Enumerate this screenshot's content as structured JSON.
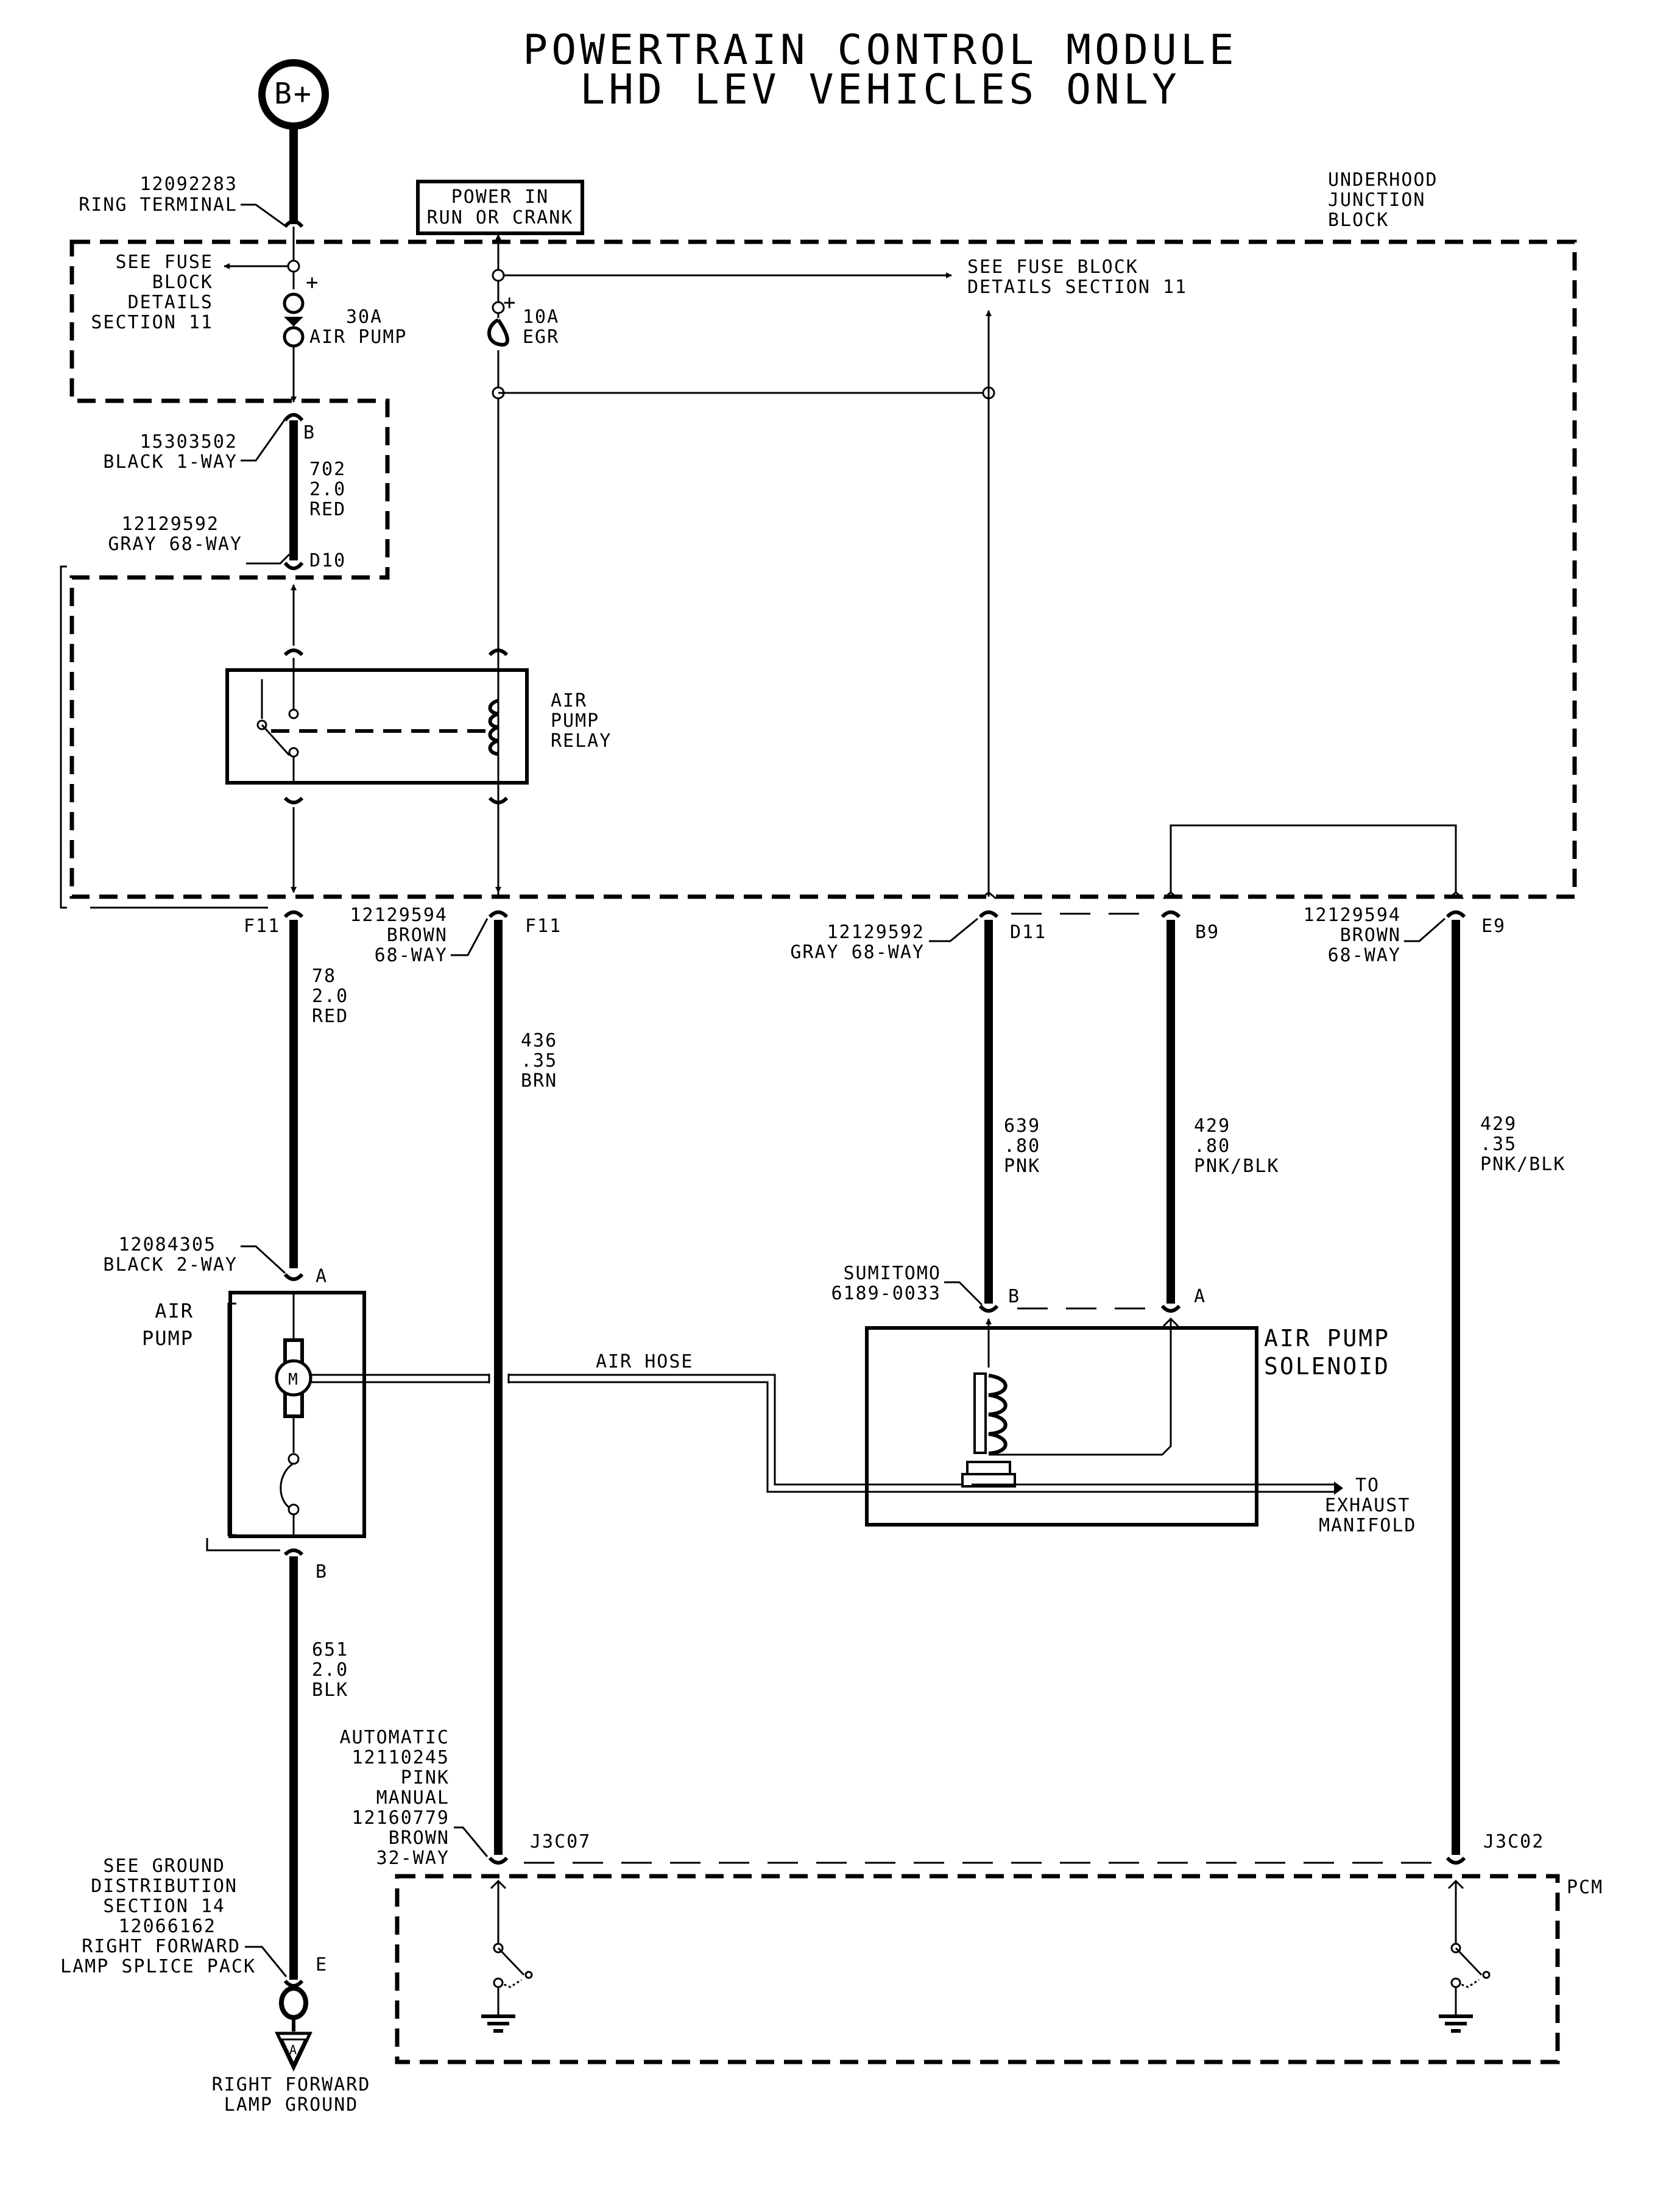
{
  "title": {
    "line1": "POWERTRAIN CONTROL MODULE",
    "line2": "LHD LEV VEHICLES ONLY"
  },
  "battery": {
    "label": "B+"
  },
  "ring_terminal": {
    "part": "12092283",
    "name": "RING TERMINAL"
  },
  "power_in_box": {
    "line1": "POWER IN",
    "line2": "RUN OR CRANK"
  },
  "underhood_junction_block": {
    "line1": "UNDERHOOD",
    "line2": "JUNCTION",
    "line3": "BLOCK"
  },
  "fuse_ref_left": {
    "line1": "SEE FUSE",
    "line2": "BLOCK",
    "line3": "DETAILS",
    "line4": "SECTION 11"
  },
  "fuse_ref_right": {
    "line1": "SEE FUSE BLOCK",
    "line2": "DETAILS SECTION 11"
  },
  "fuse_air_pump": {
    "rating": "30A",
    "name": "AIR PUMP",
    "polarity": "+"
  },
  "fuse_egr": {
    "rating": "10A",
    "name": "EGR",
    "polarity": "+"
  },
  "conn_black_1way": {
    "part": "15303502",
    "name": "BLACK 1-WAY",
    "pin": "B"
  },
  "wire_702": {
    "circuit": "702",
    "gauge": "2.0",
    "color": "RED"
  },
  "conn_gray_68way_top": {
    "part": "12129592",
    "name": "GRAY 68-WAY",
    "pin": "D10"
  },
  "relay": {
    "line1": "AIR",
    "line2": "PUMP",
    "line3": "RELAY"
  },
  "conn_f11_left": {
    "pin": "F11"
  },
  "conn_brown_68way_left": {
    "part": "12129594",
    "line1": "BROWN",
    "line2": "68-WAY",
    "pin": "F11"
  },
  "conn_gray_68way_right": {
    "part": "12129592",
    "name": "GRAY 68-WAY",
    "pin": "D11"
  },
  "conn_b9": {
    "pin": "B9"
  },
  "conn_brown_68way_right": {
    "part": "12129594",
    "line1": "BROWN",
    "line2": "68-WAY",
    "pin": "E9"
  },
  "wire_78": {
    "circuit": "78",
    "gauge": "2.0",
    "color": "RED"
  },
  "wire_436": {
    "circuit": "436",
    "gauge": ".35",
    "color": "BRN"
  },
  "wire_639": {
    "circuit": "639",
    "gauge": ".80",
    "color": "PNK"
  },
  "wire_429a": {
    "circuit": "429",
    "gauge": ".80",
    "color": "PNK/BLK"
  },
  "wire_429b": {
    "circuit": "429",
    "gauge": ".35",
    "color": "PNK/BLK"
  },
  "conn_black_2way": {
    "part": "12084305",
    "name": "BLACK 2-WAY",
    "pin_a": "A",
    "pin_b": "B"
  },
  "air_pump": {
    "line1": "AIR",
    "line2": "PUMP",
    "motor": "M"
  },
  "air_hose": {
    "label": "AIR HOSE"
  },
  "sumitomo": {
    "name": "SUMITOMO",
    "part": "6189-0033",
    "pin_b": "B",
    "pin_a": "A"
  },
  "solenoid": {
    "line1": "AIR PUMP",
    "line2": "SOLENOID"
  },
  "exhaust": {
    "line1": "TO",
    "line2": "EXHAUST",
    "line3": "MANIFOLD"
  },
  "wire_651": {
    "circuit": "651",
    "gauge": "2.0",
    "color": "BLK"
  },
  "pcm_conn_left": {
    "line1": "AUTOMATIC",
    "line2": "12110245",
    "line3": "PINK",
    "line4": "MANUAL",
    "line5": "12160779",
    "line6": "BROWN",
    "line7": "32-WAY",
    "pin": "J3C07"
  },
  "pcm_conn_right": {
    "pin": "J3C02"
  },
  "pcm": {
    "label": "PCM"
  },
  "ground_ref": {
    "line1": "SEE GROUND",
    "line2": "DISTRIBUTION",
    "line3": "SECTION 14",
    "line4": "12066162",
    "line5": "RIGHT FORWARD",
    "line6": "LAMP SPLICE PACK",
    "pin": "E"
  },
  "ground": {
    "symbol": "A",
    "line1": "RIGHT FORWARD",
    "line2": "LAMP GROUND"
  }
}
